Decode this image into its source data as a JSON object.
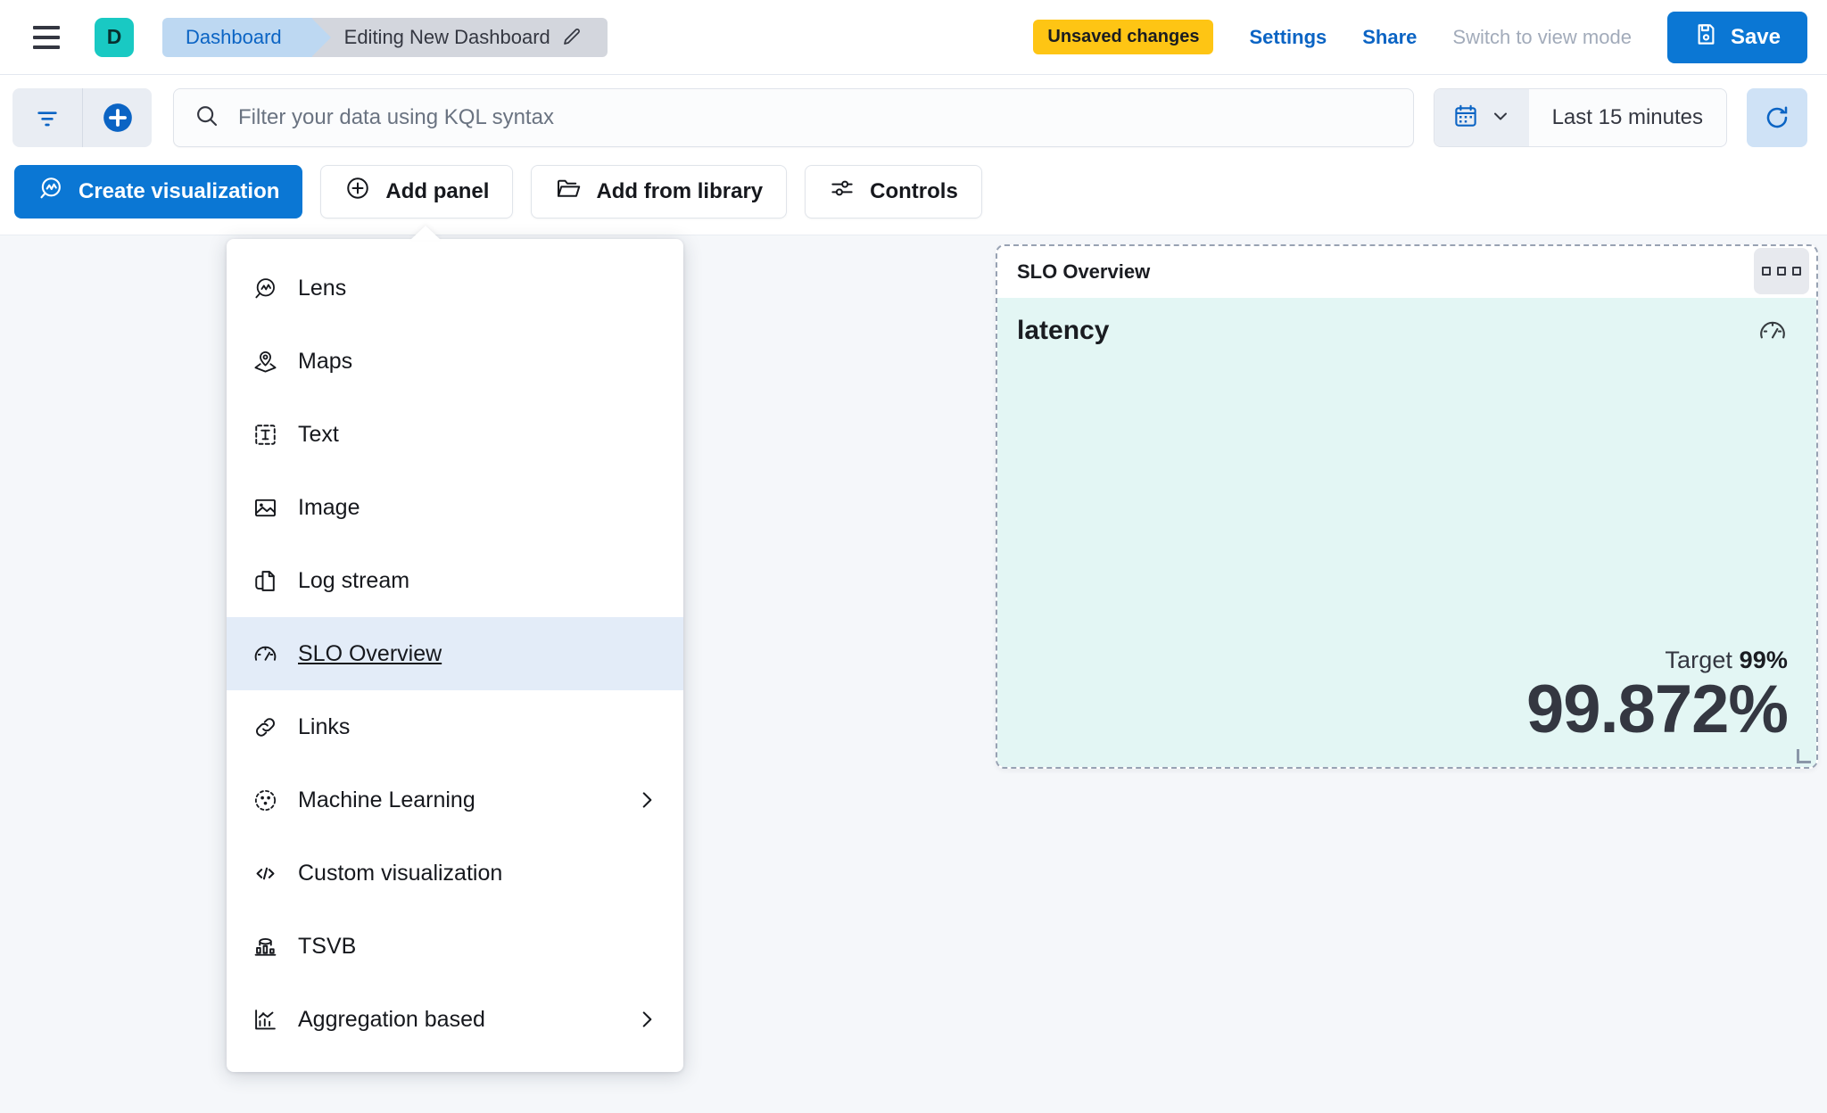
{
  "header": {
    "menu_icon": "hamburger-menu-icon",
    "space_initial": "D",
    "breadcrumbs": [
      {
        "label": "Dashboard",
        "type": "link"
      },
      {
        "label": "Editing New Dashboard",
        "type": "current",
        "icon": "pencil-icon"
      }
    ],
    "unsaved_badge": "Unsaved changes",
    "settings_label": "Settings",
    "share_label": "Share",
    "switch_label": "Switch to view mode",
    "save_label": "Save",
    "save_icon": "save-disk-icon",
    "colors": {
      "accent_blue": "#0b77d4",
      "link_blue": "#0b64c4",
      "warning_yellow": "#fec514",
      "space_teal": "#19c9c3",
      "breadcrumb_active": "#bdd8f2",
      "breadcrumb_current": "#d3d6dd"
    }
  },
  "querybar": {
    "filter_icon": "filter-icon",
    "add_filter_icon": "add-filter-plus-icon",
    "search_icon": "search-icon",
    "search_value": "",
    "search_placeholder": "Filter your data using KQL syntax",
    "calendar_icon": "calendar-icon",
    "chevron_icon": "chevron-down-icon",
    "time_range": "Last 15 minutes",
    "refresh_icon": "refresh-icon"
  },
  "toolbar": {
    "buttons": [
      {
        "label": "Create visualization",
        "icon": "lens-icon",
        "style": "primary"
      },
      {
        "label": "Add panel",
        "icon": "plus-circle-icon",
        "style": "default"
      },
      {
        "label": "Add from library",
        "icon": "folder-icon",
        "style": "default"
      },
      {
        "label": "Controls",
        "icon": "controls-icon",
        "style": "default"
      }
    ]
  },
  "add_panel_menu": {
    "items": [
      {
        "label": "Lens",
        "icon": "lens-icon",
        "selected": false,
        "submenu": false
      },
      {
        "label": "Maps",
        "icon": "map-pin-icon",
        "selected": false,
        "submenu": false
      },
      {
        "label": "Text",
        "icon": "text-box-icon",
        "selected": false,
        "submenu": false
      },
      {
        "label": "Image",
        "icon": "image-icon",
        "selected": false,
        "submenu": false
      },
      {
        "label": "Log stream",
        "icon": "log-stream-icon",
        "selected": false,
        "submenu": false
      },
      {
        "label": "SLO Overview",
        "icon": "gauge-icon",
        "selected": true,
        "submenu": false
      },
      {
        "label": "Links",
        "icon": "link-icon",
        "selected": false,
        "submenu": false
      },
      {
        "label": "Machine Learning",
        "icon": "machine-learning-icon",
        "selected": false,
        "submenu": true
      },
      {
        "label": "Custom visualization",
        "icon": "code-icon",
        "selected": false,
        "submenu": false
      },
      {
        "label": "TSVB",
        "icon": "tsvb-icon",
        "selected": false,
        "submenu": false
      },
      {
        "label": "Aggregation based",
        "icon": "aggregation-icon",
        "selected": false,
        "submenu": true
      }
    ]
  },
  "slo_panel": {
    "title": "SLO Overview",
    "context_icon": "context-menu-icon",
    "metric_name": "latency",
    "gauge_icon": "gauge-icon",
    "target_label": "Target",
    "target_value": "99%",
    "slo_value": "99.872%",
    "background": "#e3f6f4",
    "border_color": "#98a2b3"
  }
}
